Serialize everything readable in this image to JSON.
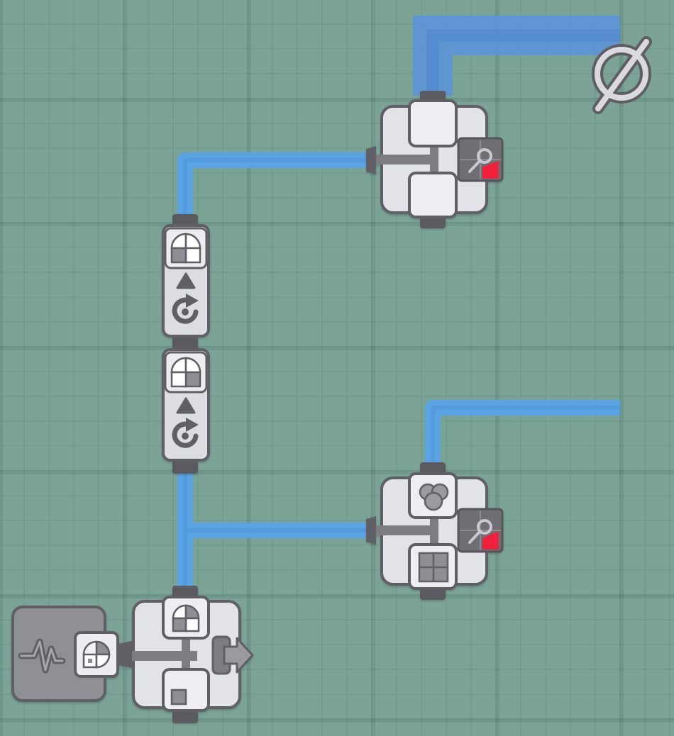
{
  "game": {
    "board_color": "#7ba396",
    "grid_color": "#5f877b",
    "belt_color": "#5ba2e4",
    "highlight_belt_color": "#5b93dc"
  },
  "icons": {
    "trash": "disabled-circle-slash-icon",
    "extractor": "signal-wave-icon",
    "rotator": "rotate-arrow-icon",
    "cutter": "scissors-icon",
    "stacker": "stack-icon",
    "painter": "paint-bucket-icon",
    "shape_quarter": "quartered-circle-shape",
    "shape_square": "square-shape",
    "shape_window": "four-pane-square-shape",
    "shape_cluster": "three-circle-cluster-shape"
  },
  "buildings": {
    "top_processor": {
      "red_indicator_color": "#f0213a"
    },
    "middle_processor": {
      "red_indicator_color": "#f0213a"
    },
    "bottom_splitter": {
      "outputs": 2
    }
  }
}
